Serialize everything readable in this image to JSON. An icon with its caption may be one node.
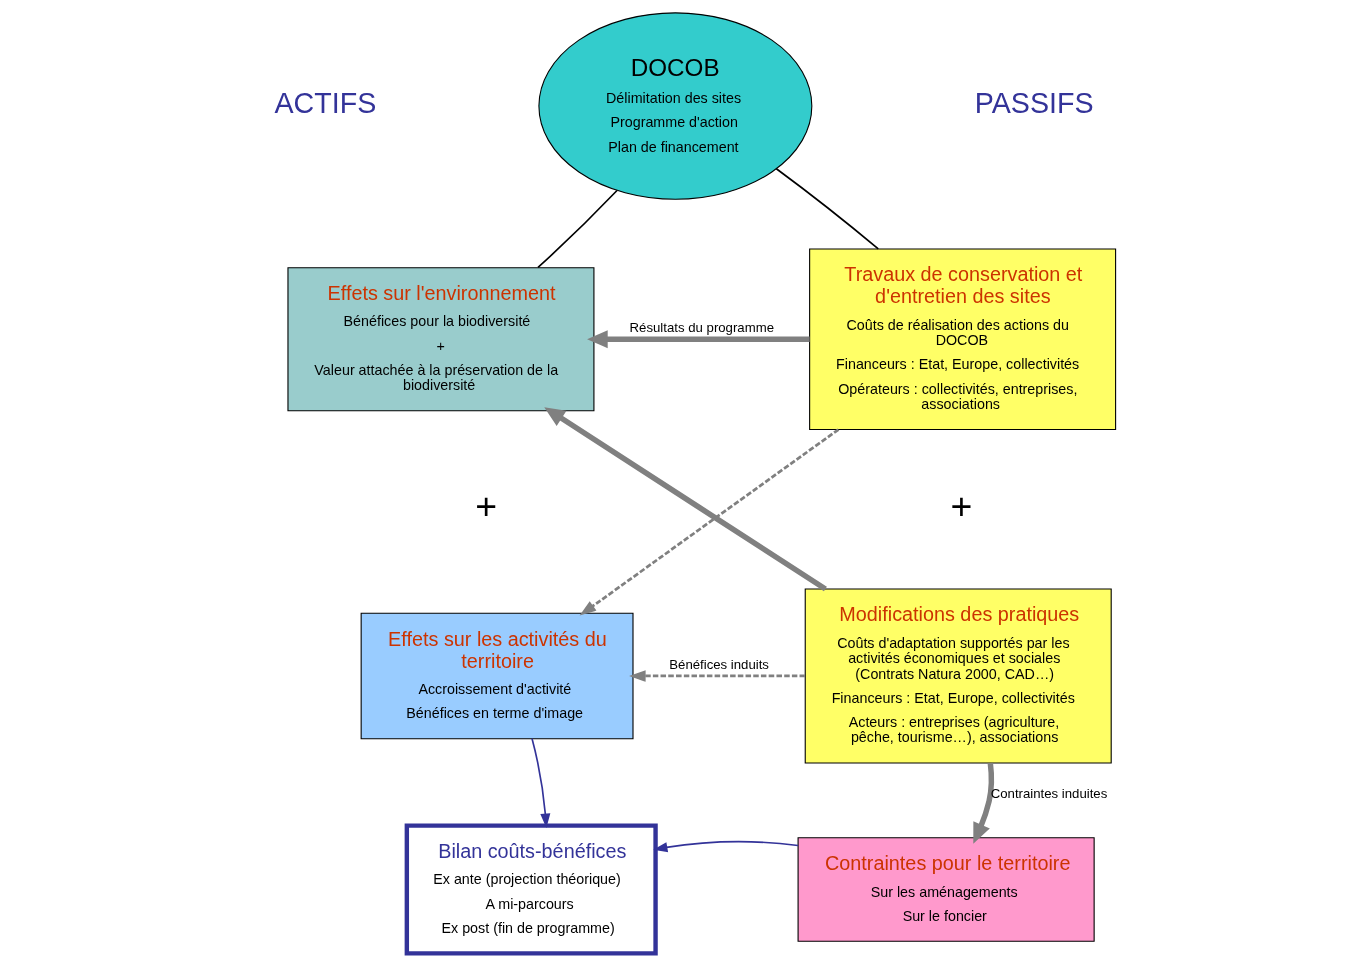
{
  "diagram": {
    "nodes": [
      {
        "text": [
          "DOCOB",
          "Délimitation des sites",
          "Programme d'action",
          "Plan de financement"
        ]
      },
      {
        "text": [
          "Effets sur l'environnement",
          "Bénéfices pour la biodiversité",
          "+",
          "Valeur attachée à la préservation de la biodiversité"
        ]
      },
      {
        "text": [
          "Effets sur les activités du territoire",
          "Accroissement d'activité",
          "Bénéfices en terme d'image"
        ]
      },
      {
        "text": [
          "Bilan coûts-bénéfices",
          "Ex ante (projection théorique)",
          "A mi-parcours",
          "Ex post (fin de programme)"
        ]
      },
      {
        "text": [
          "Travaux de conservation et d'entretien des sites",
          "Coûts de réalisation des actions du DOCOB",
          "Financeurs : Etat, Europe, collectivités",
          "Opérateurs : collectivités, entreprises, associations"
        ]
      },
      {
        "text": [
          "Modifications des pratiques",
          "Coûts d'adaptation supportés par les activités économiques et sociales (Contrats Natura 2000, CAD…)",
          "Financeurs : Etat, Europe, collectivités",
          "Acteurs : entreprises (agriculture, pêche, tourisme…), associations"
        ]
      },
      {
        "text": [
          "Contraintes pour le territoire",
          "Sur les aménagements",
          "Sur le foncier"
        ]
      }
    ],
    "edges": [
      {
        "from": 0,
        "to": 1,
        "arrow": "none",
        "color": "#000000"
      },
      {
        "from": 0,
        "to": 4,
        "arrow": "none",
        "color": "#000000"
      },
      {
        "from": 4,
        "to": 1,
        "arrow": "to",
        "label": "Résultats du programme",
        "style": "thick"
      },
      {
        "from": 5,
        "to": 1,
        "arrow": "to",
        "style": "thick"
      },
      {
        "from": 4,
        "to": 2,
        "arrow": "to",
        "style": "dashed"
      },
      {
        "from": 5,
        "to": 2,
        "arrow": "to",
        "label": "Bénéfices induits",
        "style": "dashed"
      },
      {
        "from": 2,
        "to": 3,
        "arrow": "to",
        "color": "#333399"
      },
      {
        "from": 5,
        "to": 6,
        "arrow": "to",
        "label": "Contraintes induites",
        "style": "thick"
      },
      {
        "from": 6,
        "to": 3,
        "arrow": "to",
        "color": "#333399"
      }
    ],
    "labels": [
      "ACTIFS",
      "PASSIFS",
      "+",
      "+"
    ]
  }
}
